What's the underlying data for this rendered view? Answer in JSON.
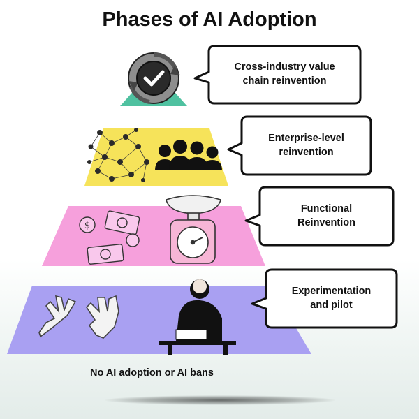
{
  "title": "Phases of AI Adoption",
  "base_label": "No AI adoption or AI bans",
  "colors": {
    "top_accent": "#4fc1a0",
    "tier2": "#f6e35a",
    "tier3": "#f6a0dc",
    "tier4": "#a9a0f2",
    "bubble_border": "#111111"
  },
  "phases": [
    {
      "label": "Cross-industry value\nchain reinvention",
      "icon": "check-cycle-icon"
    },
    {
      "label": "Enterprise-level\nreinvention",
      "icon": "network-people-icon"
    },
    {
      "label": "Functional\nReinvention",
      "icon": "money-scale-icon"
    },
    {
      "label": "Experimentation\nand pilot",
      "icon": "gloves-writer-icon"
    }
  ]
}
